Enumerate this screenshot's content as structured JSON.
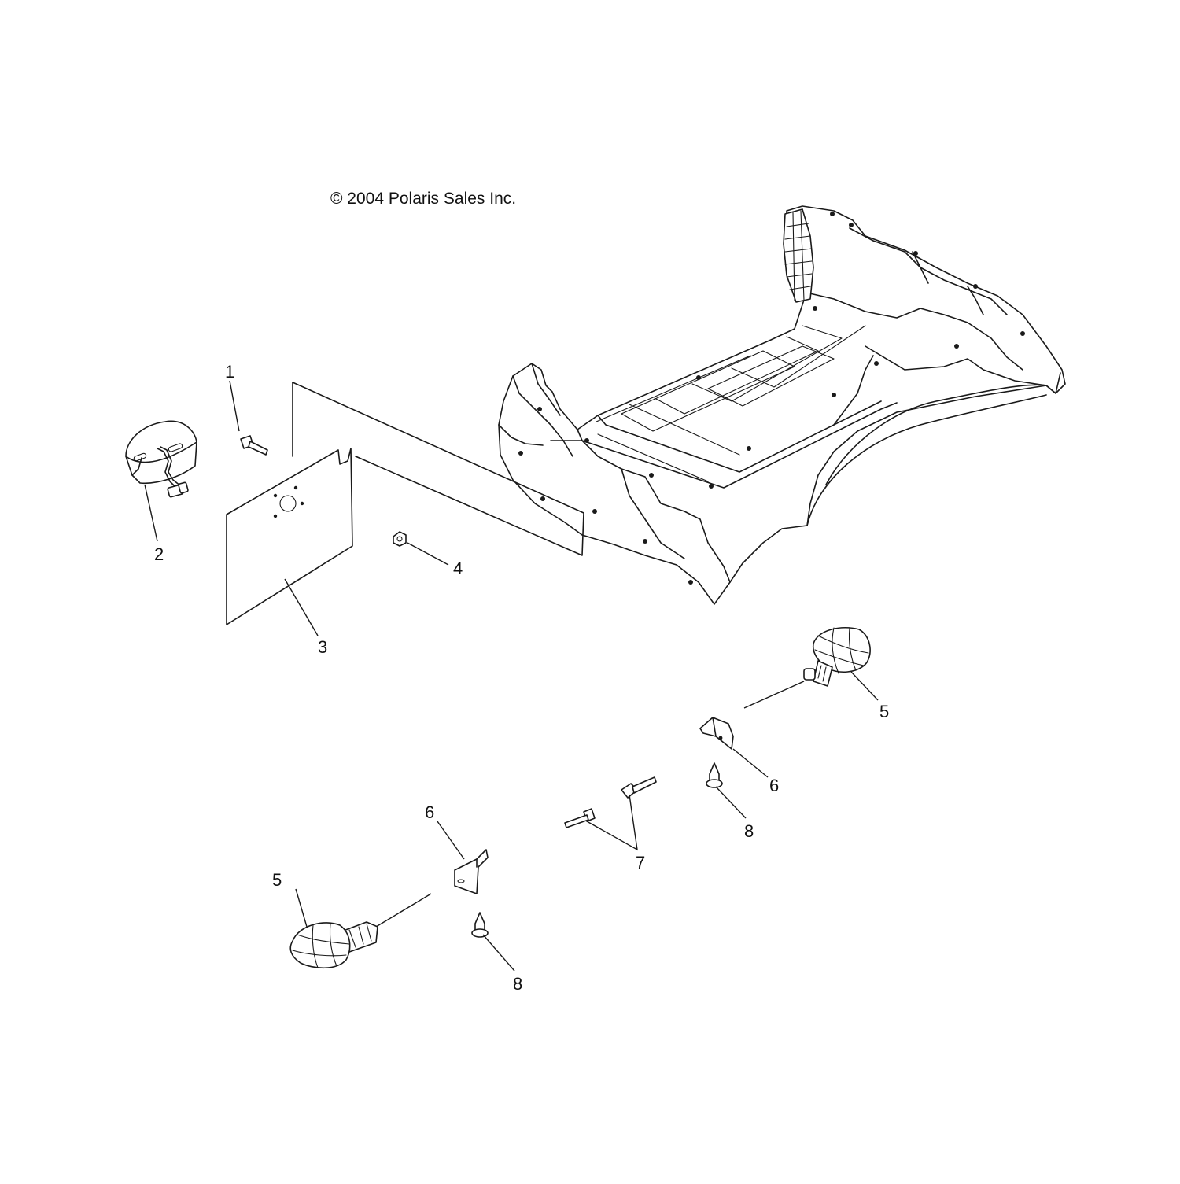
{
  "diagram": {
    "copyright": "© 2004 Polaris Sales Inc.",
    "callouts": [
      {
        "id": "c1",
        "label": "1"
      },
      {
        "id": "c2",
        "label": "2"
      },
      {
        "id": "c3",
        "label": "3"
      },
      {
        "id": "c4",
        "label": "4"
      },
      {
        "id": "c5a",
        "label": "5"
      },
      {
        "id": "c5b",
        "label": "5"
      },
      {
        "id": "c6a",
        "label": "6"
      },
      {
        "id": "c6b",
        "label": "6"
      },
      {
        "id": "c7",
        "label": "7"
      },
      {
        "id": "c8a",
        "label": "8"
      },
      {
        "id": "c8b",
        "label": "8"
      }
    ]
  }
}
